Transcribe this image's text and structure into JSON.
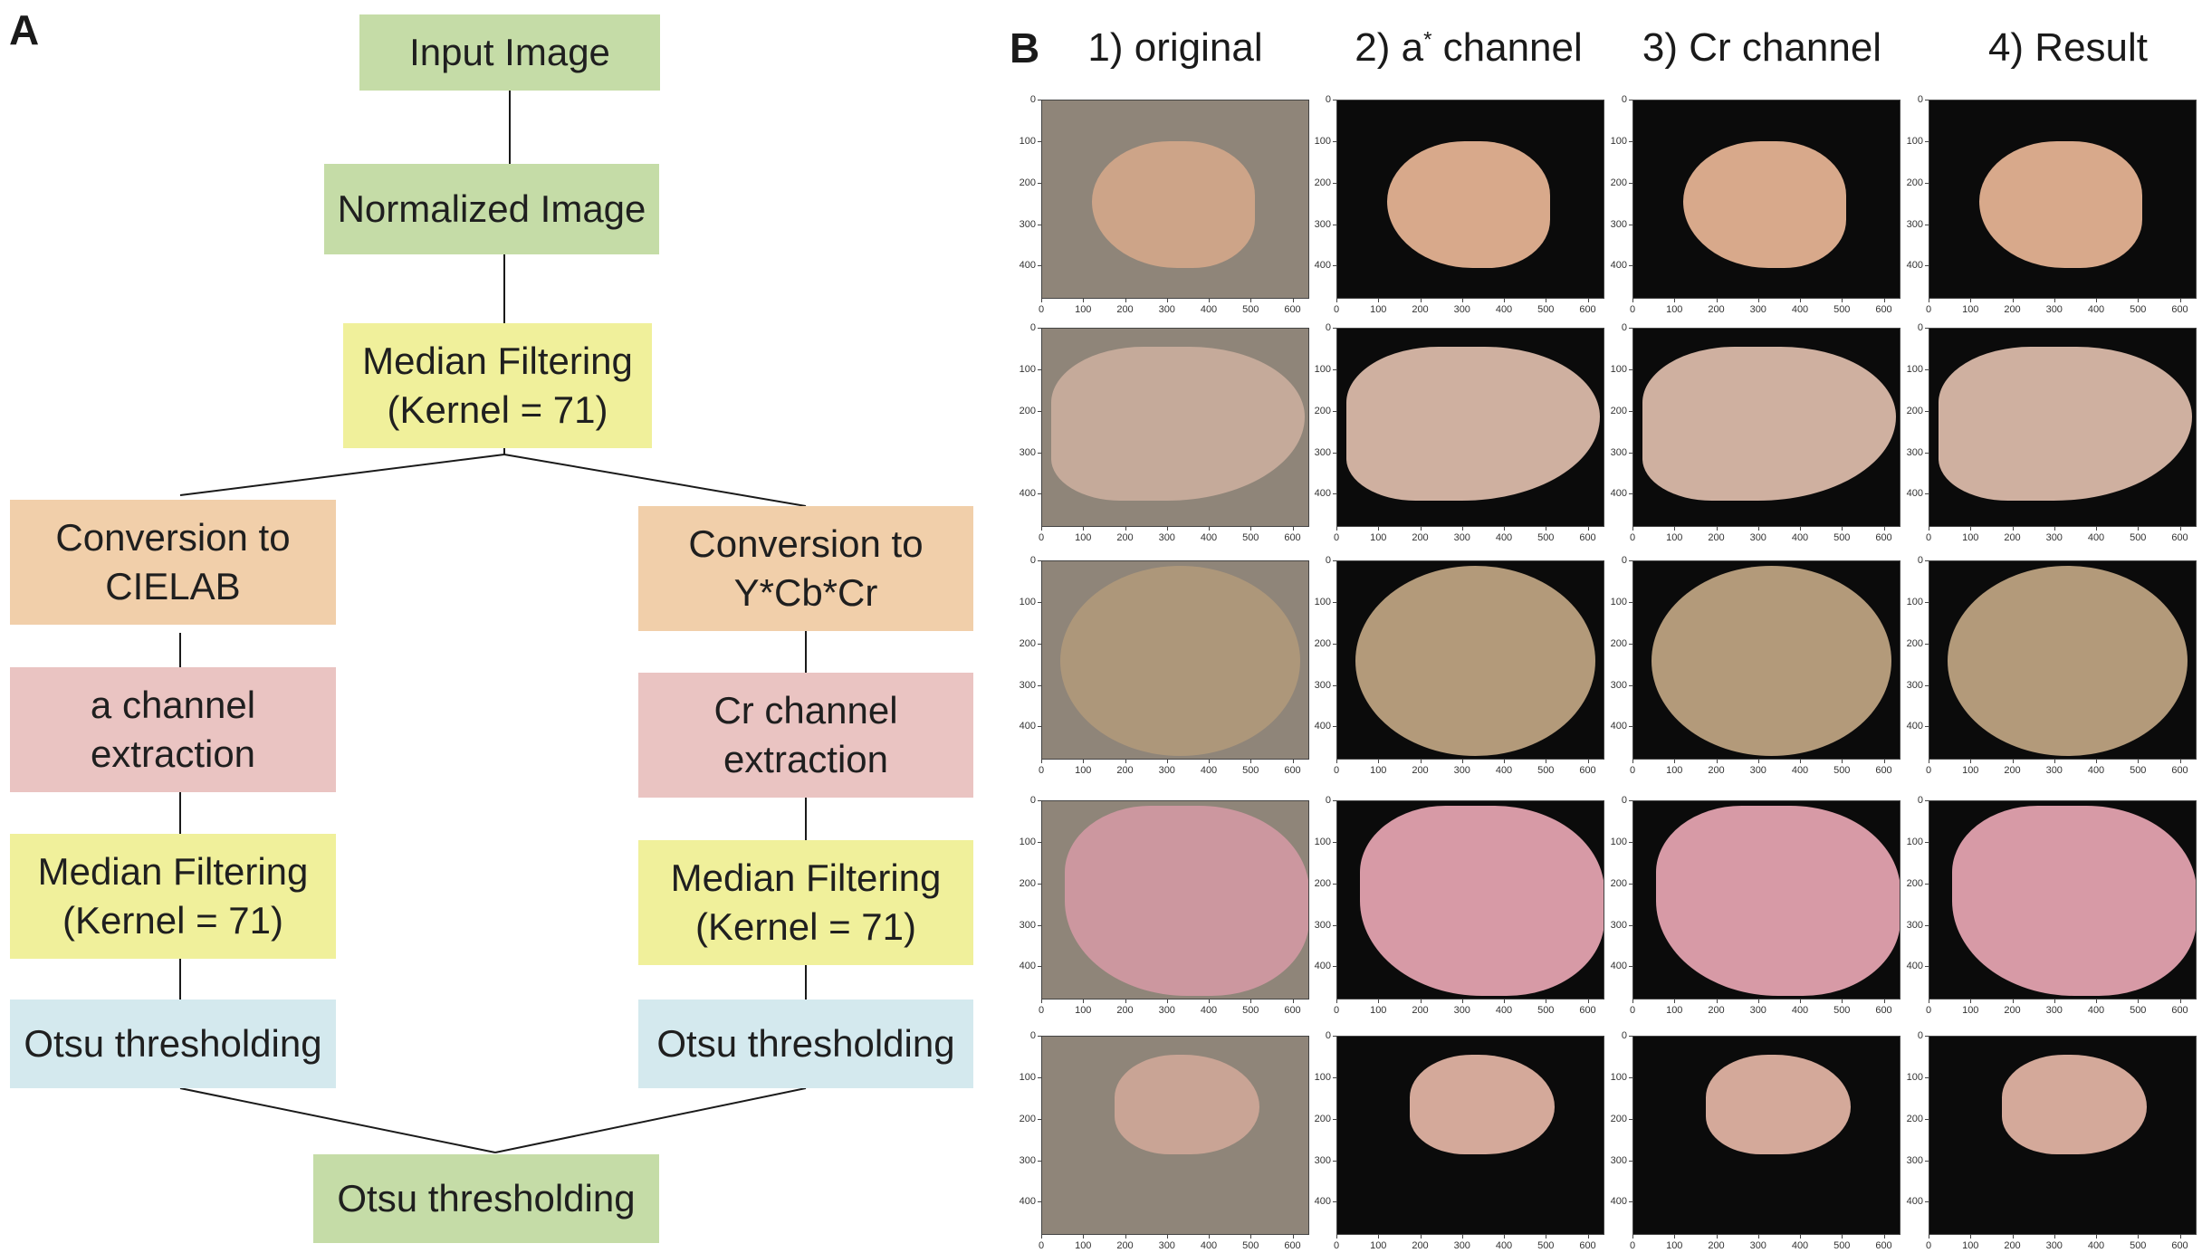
{
  "panel_a": {
    "letter": "A",
    "nodes": [
      {
        "id": "input",
        "label": "Input Image",
        "color": "green"
      },
      {
        "id": "normalized",
        "label": "Normalized Image",
        "color": "green"
      },
      {
        "id": "median-top",
        "label": "Median Filtering\n(Kernel = 71)",
        "color": "yellow"
      },
      {
        "id": "conv-lab",
        "label": "Conversion to\nCIELAB",
        "color": "orange"
      },
      {
        "id": "a-extract",
        "label": "a channel\nextraction",
        "color": "pink"
      },
      {
        "id": "median-left",
        "label": "Median Filtering\n(Kernel = 71)",
        "color": "yellow"
      },
      {
        "id": "otsu-left",
        "label": "Otsu thresholding",
        "color": "blue"
      },
      {
        "id": "conv-ycbcr",
        "label": "Conversion to\nY*Cb*Cr",
        "color": "orange"
      },
      {
        "id": "cr-extract",
        "label": "Cr channel\nextraction",
        "color": "pink"
      },
      {
        "id": "median-right",
        "label": "Median Filtering\n(Kernel = 71)",
        "color": "yellow"
      },
      {
        "id": "otsu-right",
        "label": "Otsu thresholding",
        "color": "blue"
      },
      {
        "id": "otsu-final",
        "label": "Otsu thresholding",
        "color": "green"
      }
    ],
    "colors": {
      "green": "#c5dca7",
      "yellow": "#f0f09b",
      "orange": "#f1cfaa",
      "pink": "#eac4c2",
      "blue": "#d4e9ee",
      "line": "#1a1a1a"
    }
  },
  "panel_b": {
    "letter": "B",
    "columns": [
      {
        "prefix": "1) original",
        "sup": "",
        "suffix": ""
      },
      {
        "prefix": "2) a",
        "sup": "*",
        "suffix": " channel"
      },
      {
        "prefix": "3) Cr channel",
        "sup": "",
        "suffix": ""
      },
      {
        "prefix": "4) Result",
        "sup": "",
        "suffix": ""
      }
    ],
    "y_ticks": [
      "0",
      "100",
      "200",
      "300",
      "400"
    ],
    "x_ticks": [
      "0",
      "100",
      "200",
      "300",
      "400",
      "500",
      "600"
    ],
    "x_range": [
      0,
      640
    ],
    "y_range": [
      0,
      480
    ]
  }
}
